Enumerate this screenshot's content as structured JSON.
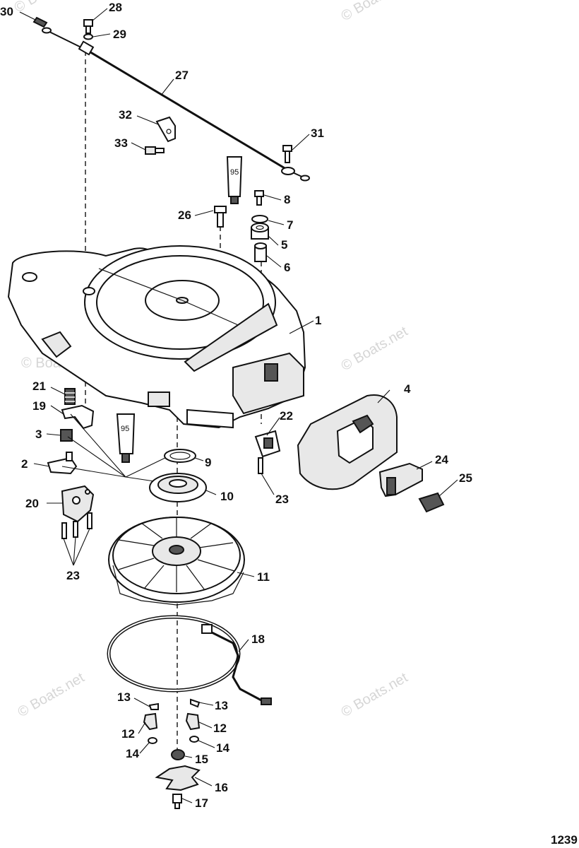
{
  "page_number": "1239",
  "watermarks": [
    "© Boats.net",
    "© Boats.net",
    "© Boats.net",
    "© Boats.net",
    "© Boats.net",
    "© Boats.net"
  ],
  "tube_labels": [
    "95",
    "95"
  ],
  "callouts": {
    "c1": "1",
    "c2": "2",
    "c3": "3",
    "c4": "4",
    "c5": "5",
    "c6": "6",
    "c7": "7",
    "c8": "8",
    "c9": "9",
    "c10": "10",
    "c11": "11",
    "c12a": "12",
    "c12b": "12",
    "c13a": "13",
    "c13b": "13",
    "c14a": "14",
    "c14b": "14",
    "c15": "15",
    "c16": "16",
    "c17": "17",
    "c18": "18",
    "c19": "19",
    "c20": "20",
    "c21": "21",
    "c22": "22",
    "c23a": "23",
    "c23b": "23",
    "c23c": "23",
    "c24": "24",
    "c25": "25",
    "c26": "26",
    "c27": "27",
    "c28": "28",
    "c29": "29",
    "c30": "30",
    "c31": "31",
    "c32": "32",
    "c33": "33"
  }
}
